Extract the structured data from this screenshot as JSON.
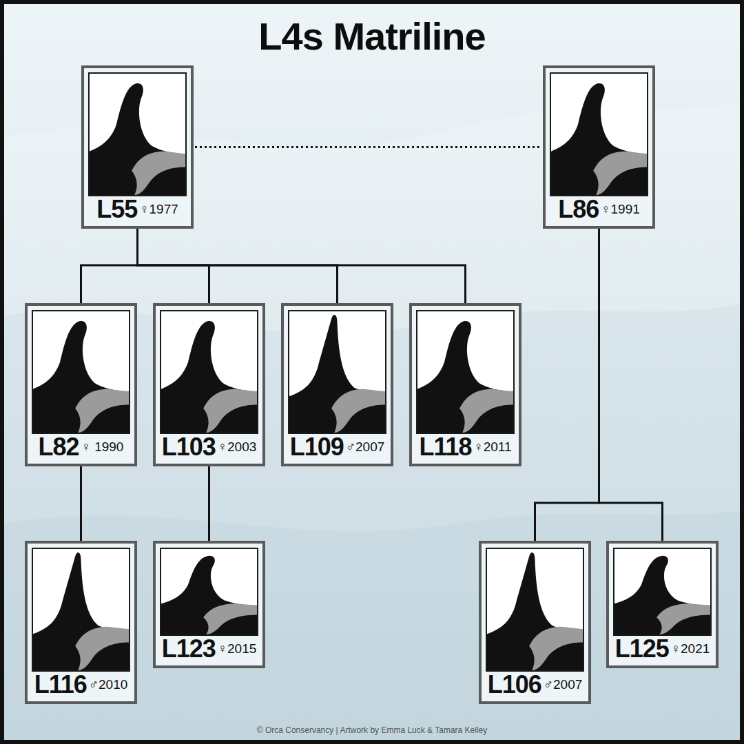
{
  "diagram": {
    "title": "L4s Matriline",
    "caption": "© Orca Conservancy | Artwork by Emma Luck & Tamara Kelley",
    "nodes": [
      {
        "text": [
          "L55",
          "♀1977"
        ]
      },
      {
        "text": [
          "L86",
          "♀1991"
        ]
      },
      {
        "text": [
          "L82",
          "♀ 1990"
        ]
      },
      {
        "text": [
          "L103",
          "♀2003"
        ]
      },
      {
        "text": [
          "L109",
          "♂2007"
        ]
      },
      {
        "text": [
          "L118",
          "♀2011"
        ]
      },
      {
        "text": [
          "L116",
          "♂2010"
        ]
      },
      {
        "text": [
          "L123",
          "♀2015"
        ]
      },
      {
        "text": [
          "L106",
          "♂2007"
        ]
      },
      {
        "text": [
          "L125",
          "♀2021"
        ]
      }
    ],
    "edges": [
      {
        "from": 0,
        "to": 1,
        "arrow": "none"
      },
      {
        "from": 0,
        "to": 2,
        "arrow": "none"
      },
      {
        "from": 0,
        "to": 3,
        "arrow": "none"
      },
      {
        "from": 0,
        "to": 4,
        "arrow": "none"
      },
      {
        "from": 0,
        "to": 5,
        "arrow": "none"
      },
      {
        "from": 2,
        "to": 6,
        "arrow": "none"
      },
      {
        "from": 3,
        "to": 7,
        "arrow": "none"
      },
      {
        "from": 1,
        "to": 8,
        "arrow": "none"
      },
      {
        "from": 1,
        "to": 9,
        "arrow": "none"
      }
    ]
  }
}
